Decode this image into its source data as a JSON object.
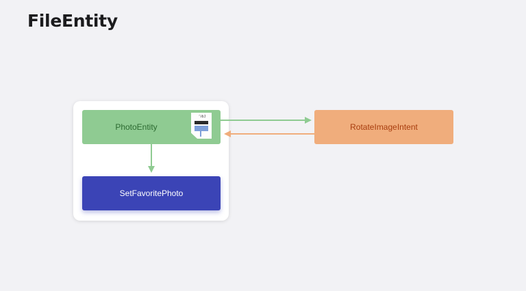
{
  "title": "FileEntity",
  "nodes": {
    "photo_entity": "PhotoEntity",
    "set_favorite_photo": "SetFavoritePhoto",
    "rotate_image_intent": "RotateImageIntent"
  },
  "thumbnail_text": "ʼɈɓJ",
  "colors": {
    "background": "#f2f2f5",
    "photo_entity": "#8fcb92",
    "set_favorite_photo": "#3b44b6",
    "rotate_image_intent": "#f0ad7c",
    "green_arrow": "#8fcb92",
    "orange_arrow": "#f0ad7c"
  },
  "icons": [
    "document-thumbnail-icon"
  ]
}
